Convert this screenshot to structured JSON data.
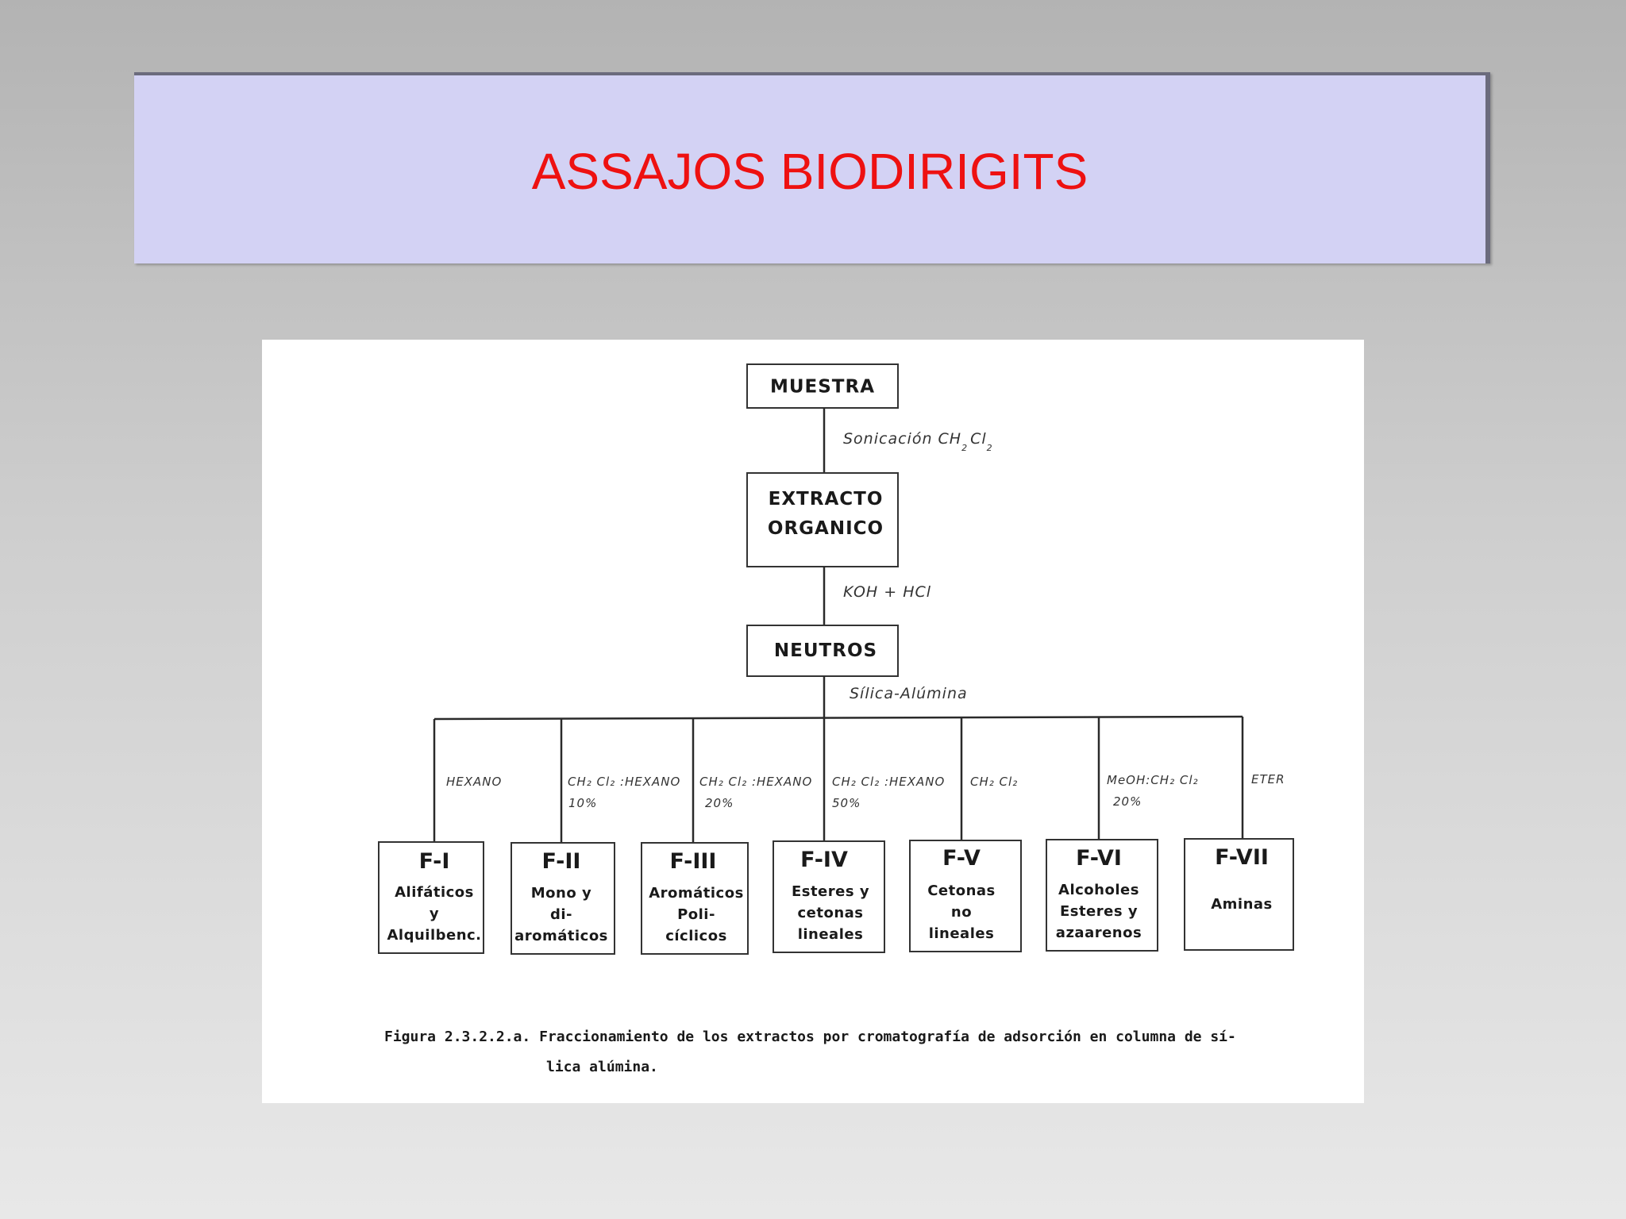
{
  "slide": {
    "title": "ASSAJOS BIODIRIGITS"
  },
  "diagram": {
    "nodes": {
      "muestra": "MUESTRA",
      "extracto_line1": "EXTRACTO",
      "extracto_line2": "ORGANICO",
      "neutros": "NEUTROS"
    },
    "edges": {
      "sonicacion": "Sonicación CH",
      "sonicacion_sub1": "2",
      "sonicacion_cl": "Cl",
      "sonicacion_sub2": "2",
      "koh_hcl": "KOH + HCl",
      "silica": "Sílica-Alúmina"
    },
    "fractions": [
      {
        "id": "F-I",
        "solvent1": "HEXANO",
        "solvent2": "",
        "desc": [
          "Alifáticos",
          "y",
          "Alquilbenc."
        ]
      },
      {
        "id": "F-II",
        "solvent1": "CH₂ Cl₂ :HEXANO",
        "solvent2": "10%",
        "desc": [
          "Mono y",
          "di-",
          "aromáticos"
        ]
      },
      {
        "id": "F-III",
        "solvent1": "CH₂ Cl₂ :HEXANO",
        "solvent2": "20%",
        "desc": [
          "Aromáticos",
          "Poli-",
          "cíclicos"
        ]
      },
      {
        "id": "F-IV",
        "solvent1": "CH₂ Cl₂ :HEXANO",
        "solvent2": "50%",
        "desc": [
          "Esteres y",
          "cetonas",
          "lineales"
        ]
      },
      {
        "id": "F-V",
        "solvent1": "CH₂ Cl₂",
        "solvent2": "",
        "desc": [
          "Cetonas",
          "no",
          "lineales"
        ]
      },
      {
        "id": "F-VI",
        "solvent1": "MeOH:CH₂ Cl₂",
        "solvent2": "20%",
        "desc": [
          "Alcoholes",
          "Esteres y",
          "azaarenos"
        ]
      },
      {
        "id": "F-VII",
        "solvent1": "ETER",
        "solvent2": "",
        "desc": [
          "",
          "Aminas",
          ""
        ]
      }
    ],
    "caption_line1": "Figura 2.3.2.2.a. Fraccionamiento de los extractos por cromatografía de adsorción en columna de sí-",
    "caption_line2": "lica alúmina."
  }
}
